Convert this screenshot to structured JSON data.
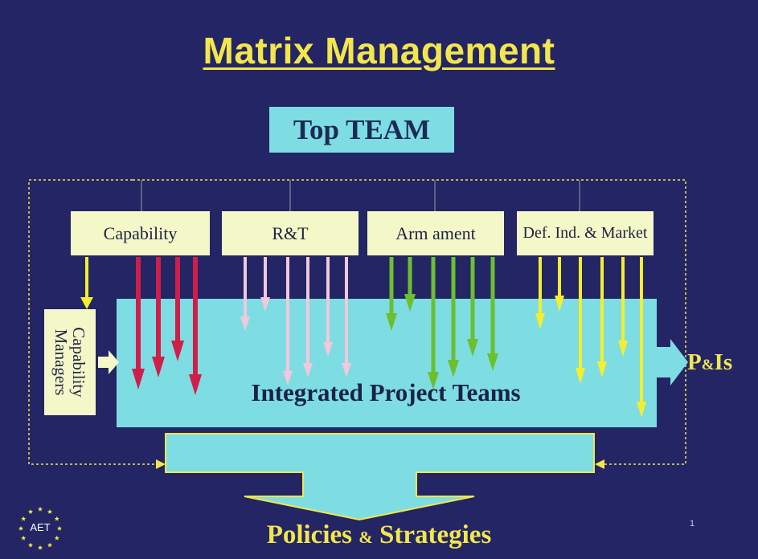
{
  "slide": {
    "title": "Matrix Management",
    "top_team": "Top TEAM",
    "capabilities": [
      {
        "label": "Capability",
        "color": "#d01e4a"
      },
      {
        "label": "R&T",
        "color": "#f2c8dc"
      },
      {
        "label": "Arm ament",
        "color": "#6cbf2f"
      },
      {
        "label": "Def. Ind. & Market",
        "color": "#f5ee2e"
      }
    ],
    "capability_managers": [
      "Capability",
      "Managers"
    ],
    "integrated_project_teams": "Integrated Project Teams",
    "outputs": {
      "pis_p": "P",
      "pis_amp": "&",
      "pis_is": "Is"
    },
    "policies_strategies": {
      "first": "Policies",
      "amp": "&",
      "second": "Strategies"
    },
    "logo_text": "AET",
    "page_number": "1"
  },
  "colors": {
    "background": "#232564",
    "title": "#f2e64c",
    "panel": "#7ddde3",
    "label_box": "#f4f8c8"
  }
}
